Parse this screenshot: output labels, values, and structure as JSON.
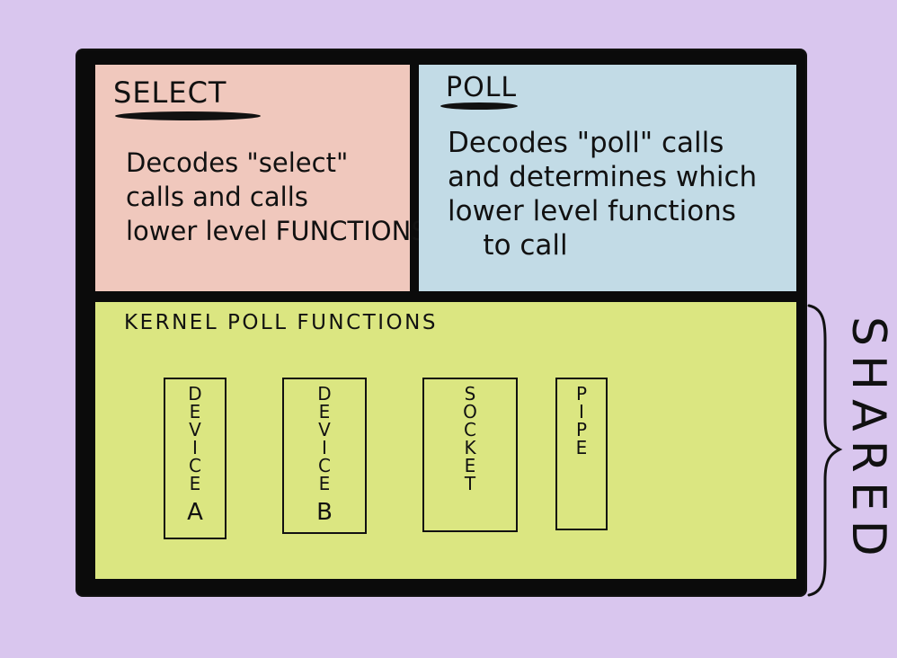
{
  "select": {
    "title": "SELECT",
    "body": "Decodes \"select\"\ncalls and calls\nlower level FUNCTIONS"
  },
  "poll": {
    "title": "POLL",
    "body": "Decodes \"poll\" calls\nand determines which\nlower level functions\n    to call"
  },
  "kernel": {
    "title": "KERNEL POLL FUNCTIONS",
    "boxes": [
      {
        "word": "DEVICE",
        "tag": "A"
      },
      {
        "word": "DEVICE",
        "tag": "B"
      },
      {
        "word": "SOCKET",
        "tag": ""
      },
      {
        "word": "PIPE",
        "tag": ""
      }
    ]
  },
  "side_label": "SHARED",
  "colors": {
    "background": "#d9c6ee",
    "select_panel": "#f0c8bd",
    "poll_panel": "#c2dbe6",
    "kernel_panel": "#dbe681",
    "frame": "#0b0b0b"
  }
}
